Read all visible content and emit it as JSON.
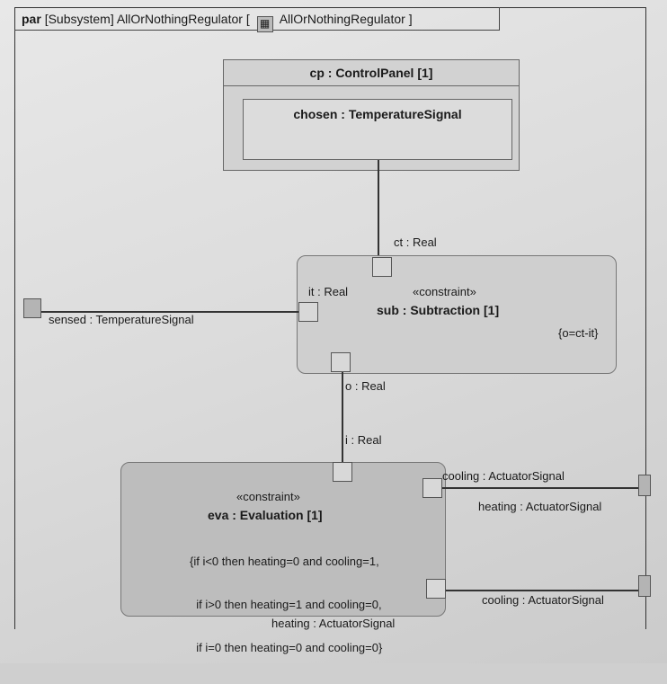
{
  "frame": {
    "kind": "par",
    "stereotype": "[Subsystem]",
    "name": "AllOrNothingRegulator",
    "bracket_open": "[",
    "icon": "block-icon",
    "title_repeat": "AllOrNothingRegulator",
    "bracket_close": "]"
  },
  "cp": {
    "header": "cp : ControlPanel [1]",
    "inner": "chosen : TemperatureSignal"
  },
  "sub": {
    "stereotype": "«constraint»",
    "name": "sub : Subtraction [1]",
    "expression": "{o=ct-it}",
    "ports": {
      "ct": "ct : Real",
      "it": "it : Real",
      "o": "o : Real"
    }
  },
  "eva": {
    "stereotype": "«constraint»",
    "name": "eva : Evaluation [1]",
    "lines": [
      "{if i<0 then heating=0 and cooling=1,",
      "  if i>0 then heating=1 and cooling=0,",
      "  if i=0 then heating=0 and cooling=0}"
    ],
    "ports": {
      "i": "i : Real",
      "cooling": "cooling : ActuatorSignal",
      "heating": "heating : ActuatorSignal"
    }
  },
  "boundary": {
    "sensed": "sensed : TemperatureSignal",
    "heating": "heating : ActuatorSignal",
    "cooling": "cooling : ActuatorSignal"
  }
}
